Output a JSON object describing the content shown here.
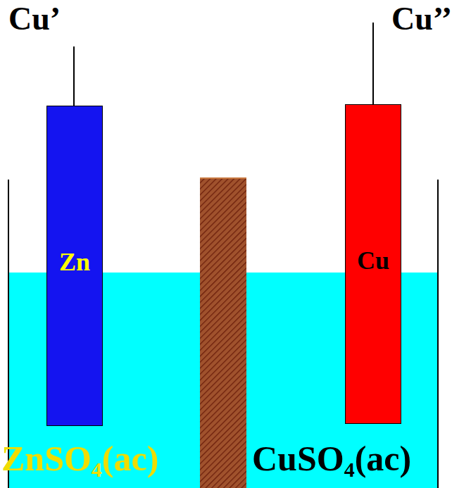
{
  "diagram": {
    "nodes": [
      {
        "text": [
          "Zn"
        ]
      },
      {
        "text": [
          "Cu"
        ]
      }
    ],
    "labels": [
      "Cu’",
      "Cu’’",
      "ZnSO4(ac)",
      "CuSO4(ac)"
    ]
  }
}
